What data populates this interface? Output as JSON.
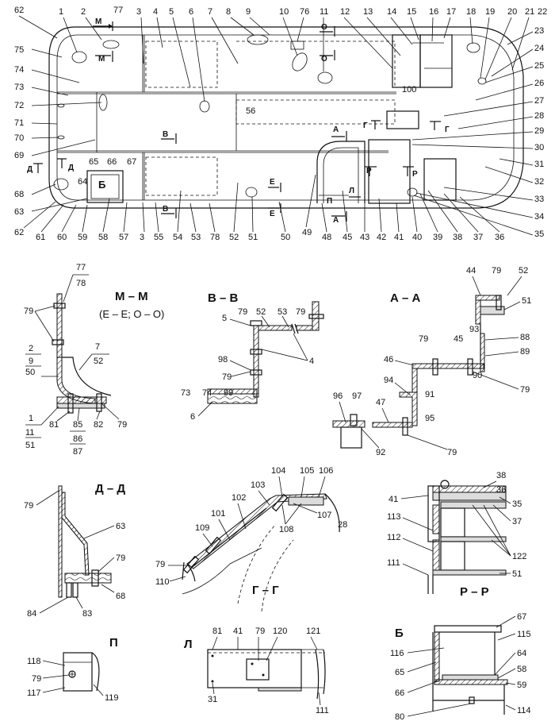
{
  "plan": {
    "top_labels": [
      "62",
      "1",
      "2",
      "77",
      "3",
      "4",
      "5",
      "6",
      "7",
      "8",
      "9",
      "10",
      "76",
      "11",
      "12",
      "13",
      "14",
      "15",
      "16",
      "17",
      "18",
      "19",
      "20",
      "21",
      "22"
    ],
    "right_labels": [
      "23",
      "24",
      "25",
      "26",
      "27",
      "28",
      "29",
      "30",
      "31",
      "32",
      "33",
      "34",
      "35"
    ],
    "bottom_labels": [
      "62",
      "61",
      "60",
      "59",
      "58",
      "57",
      "3",
      "55",
      "54",
      "53",
      "78",
      "52",
      "51",
      "50",
      "49",
      "48",
      "45",
      "43",
      "42",
      "41",
      "40",
      "39",
      "38",
      "37",
      "36"
    ],
    "left_labels": [
      "75",
      "74",
      "73",
      "72",
      "71",
      "70",
      "69",
      "68",
      "63"
    ],
    "inner_labels": [
      "56",
      "100",
      "64",
      "65",
      "66",
      "67"
    ],
    "cut_letters": [
      "М",
      "М",
      "О",
      "О",
      "В",
      "В",
      "А",
      "А",
      "Г",
      "Г",
      "Д",
      "Д",
      "Е",
      "Е",
      "Б",
      "П",
      "Л",
      "Р",
      "Р"
    ]
  },
  "sections": {
    "mm": {
      "title": "М – М",
      "subtitle": "(Е – Е; О – О)",
      "labels_left_top": [
        "77",
        "78"
      ],
      "labels_left_mid": [
        "2",
        "9",
        "50"
      ],
      "labels_left_bottom": [
        "1",
        "11",
        "51"
      ],
      "labels_right": [
        "7",
        "52"
      ],
      "labels_bottom": [
        "85",
        "86",
        "87"
      ],
      "labels_misc": [
        "79",
        "81",
        "82",
        "79"
      ]
    },
    "bb": {
      "title": "В – В",
      "labels": [
        "5",
        "79",
        "52",
        "53",
        "79",
        "98",
        "79",
        "99",
        "4",
        "73",
        "74",
        "6"
      ]
    },
    "aa": {
      "title": "А – А",
      "labels": [
        "44",
        "79",
        "52",
        "51",
        "93",
        "88",
        "89",
        "79",
        "45",
        "46",
        "90",
        "79",
        "94",
        "91",
        "95",
        "96",
        "97",
        "47",
        "92",
        "79"
      ]
    },
    "dd": {
      "title": "Д – Д",
      "labels": [
        "79",
        "63",
        "79",
        "68",
        "84",
        "83"
      ]
    },
    "gg": {
      "title": "Г – Г",
      "labels": [
        "104",
        "105",
        "106",
        "103",
        "28",
        "102",
        "107",
        "101",
        "108",
        "109",
        "79",
        "110"
      ]
    },
    "pp": {
      "title": "Р – Р",
      "labels": [
        "38",
        "36",
        "41",
        "35",
        "37",
        "113",
        "112",
        "122",
        "111",
        "51"
      ]
    },
    "p": {
      "title": "П",
      "labels": [
        "118",
        "79",
        "117",
        "119"
      ]
    },
    "l": {
      "title": "Л",
      "labels": [
        "81",
        "41",
        "79",
        "120",
        "121",
        "31",
        "111"
      ]
    },
    "b": {
      "title": "Б",
      "labels": [
        "67",
        "115",
        "116",
        "64",
        "65",
        "58",
        "66",
        "59",
        "80",
        "114"
      ]
    }
  }
}
